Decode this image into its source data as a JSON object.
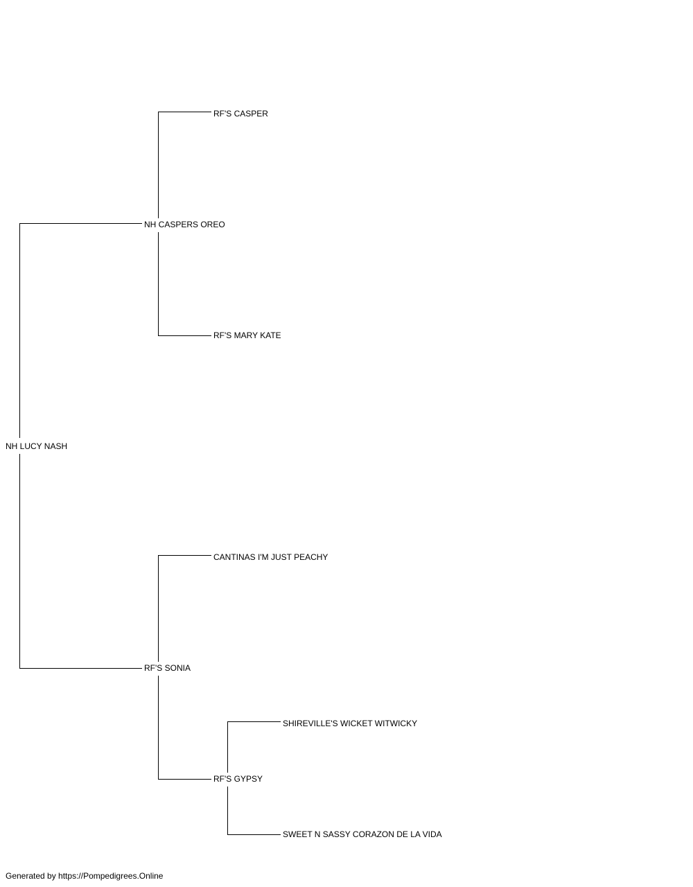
{
  "pedigree": {
    "subject": "NH LUCY NASH",
    "sire": {
      "name": "NH CASPERS OREO",
      "sire": "RF'S CASPER",
      "dam": "RF'S MARY KATE"
    },
    "dam": {
      "name": "RF'S SONIA",
      "sire": "CANTINAS I'M JUST PEACHY",
      "dam": {
        "name": "RF'S GYPSY",
        "sire": "SHIREVILLE'S WICKET WITWICKY",
        "dam": "SWEET N SASSY CORAZON DE LA VIDA"
      }
    }
  },
  "colors": {
    "line": "#000000",
    "text": "#000000",
    "background": "#ffffff"
  },
  "footer": {
    "text": "Generated by https://Pompedigrees.Online"
  }
}
